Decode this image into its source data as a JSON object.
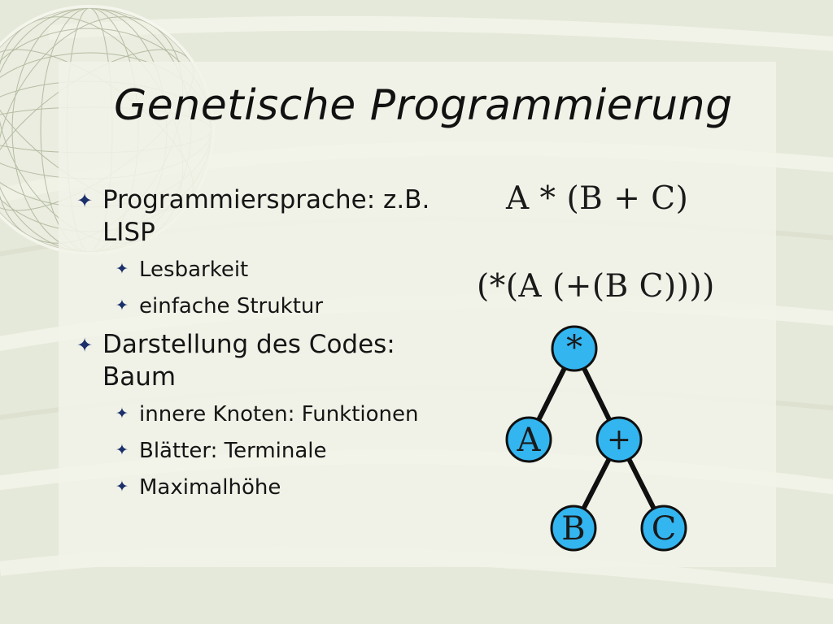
{
  "slide": {
    "title": "Genetische Programmierung",
    "bullets": [
      {
        "level": 1,
        "text": "Programmiersprache: z.B. LISP"
      },
      {
        "level": 2,
        "text": "Lesbarkeit"
      },
      {
        "level": 2,
        "text": "einfache Struktur"
      },
      {
        "level": 1,
        "text": "Darstellung des Codes: Baum"
      },
      {
        "level": 2,
        "text": "innere Knoten: Funktionen"
      },
      {
        "level": 2,
        "text": "Blätter: Terminale"
      },
      {
        "level": 2,
        "text": "Maximalhöhe"
      }
    ],
    "bullet_icon": "four-point-star-icon",
    "formulas": {
      "infix": "A * (B + C)",
      "prefix": "(*(A (+(B C))))"
    },
    "tree": {
      "root": "*",
      "left_child": "A",
      "right_child": "+",
      "right_left_leaf": "B",
      "right_right_leaf": "C"
    },
    "colors": {
      "node_fill": "#33b5f0",
      "node_stroke": "#101010",
      "edge": "#101010",
      "bullet_marker": "#1b2f6b",
      "background": "#e4e8d8"
    }
  }
}
